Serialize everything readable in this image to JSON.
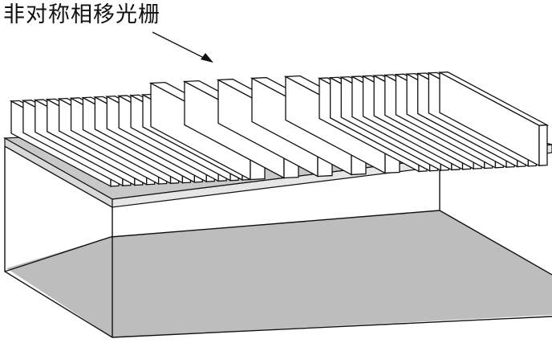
{
  "caption": "非对称相移光栅",
  "colors": {
    "stroke": "#111111",
    "substrate_fill": "#bdbdbd",
    "bottom_fill": "#bdbdbd",
    "fin_fill": "#ffffff",
    "background": "#ffffff"
  },
  "grating": {
    "left_section_fins": 12,
    "middle_section_fins": 5,
    "right_section_fins": 12,
    "description_visible": false
  }
}
